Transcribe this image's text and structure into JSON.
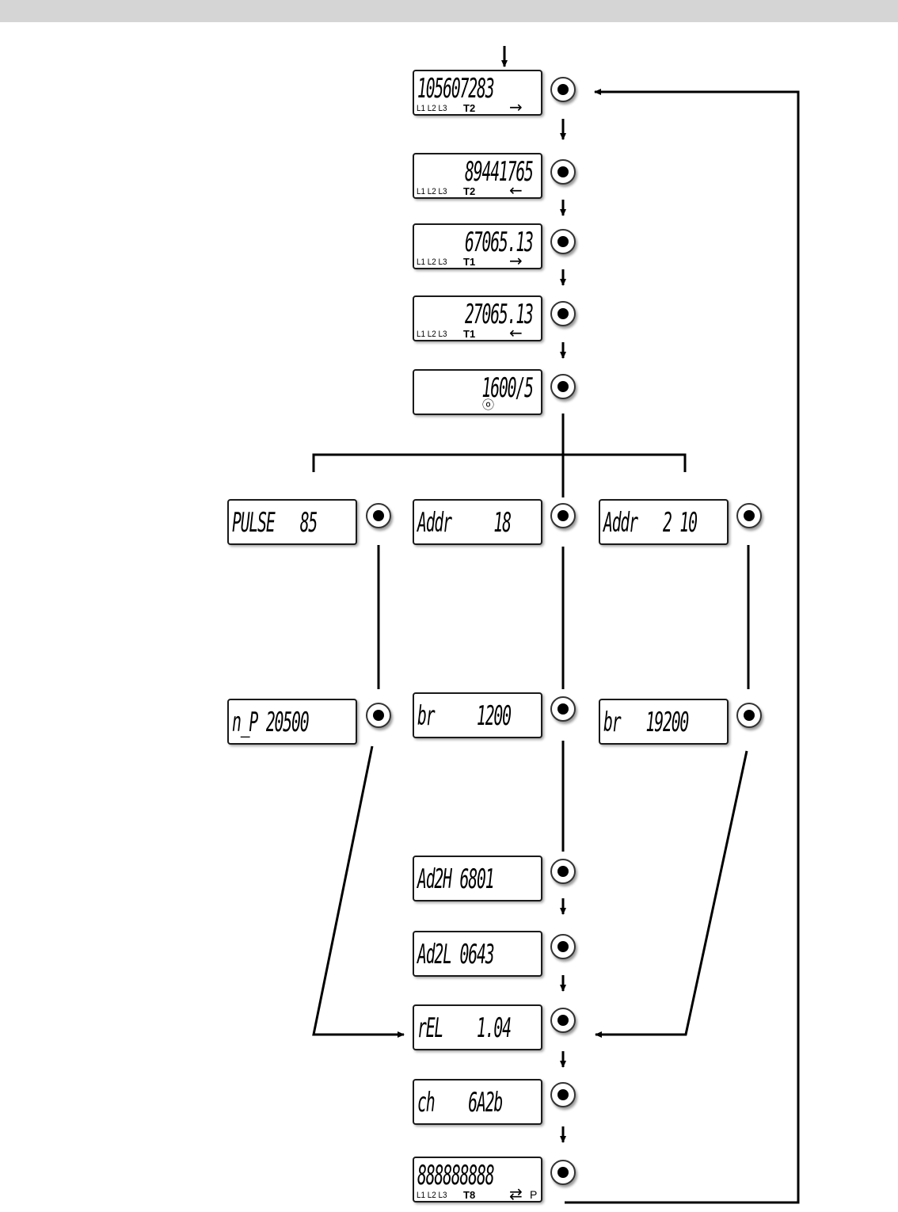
{
  "screens": [
    {
      "id": "s1",
      "value": "105607283",
      "annunciators": "L1 L2 L3",
      "tariff": "T2",
      "direction": "→"
    },
    {
      "id": "s2",
      "value": "89441765",
      "annunciators": "L1 L2 L3",
      "tariff": "T2",
      "direction": "←"
    },
    {
      "id": "s3",
      "value": "67065.13",
      "annunciators": "L1 L2 L3",
      "tariff": "T1",
      "direction": "→"
    },
    {
      "id": "s4",
      "value": "27065.13",
      "annunciators": "L1 L2 L3",
      "tariff": "T1",
      "direction": "←"
    },
    {
      "id": "s5",
      "value": "1600/5",
      "symbol": "ⓞ"
    },
    {
      "id": "s6",
      "value": "PULSE   85"
    },
    {
      "id": "s7",
      "value": "Addr     18"
    },
    {
      "id": "s8",
      "value": "Addr   2 10"
    },
    {
      "id": "s9",
      "value": "n_P 20500"
    },
    {
      "id": "s10",
      "value": "br     1200"
    },
    {
      "id": "s11",
      "value": "br   19200"
    },
    {
      "id": "s12",
      "value": "Ad2H 6801"
    },
    {
      "id": "s13",
      "value": "Ad2L 0643"
    },
    {
      "id": "s14",
      "value": "rEL    1.04"
    },
    {
      "id": "s15",
      "value": "ch    6A2b"
    },
    {
      "id": "s16",
      "value": "888888888",
      "annunciators": "L1 L2 L3",
      "tariff": "T8",
      "direction": "⇄",
      "extra": "P"
    }
  ]
}
